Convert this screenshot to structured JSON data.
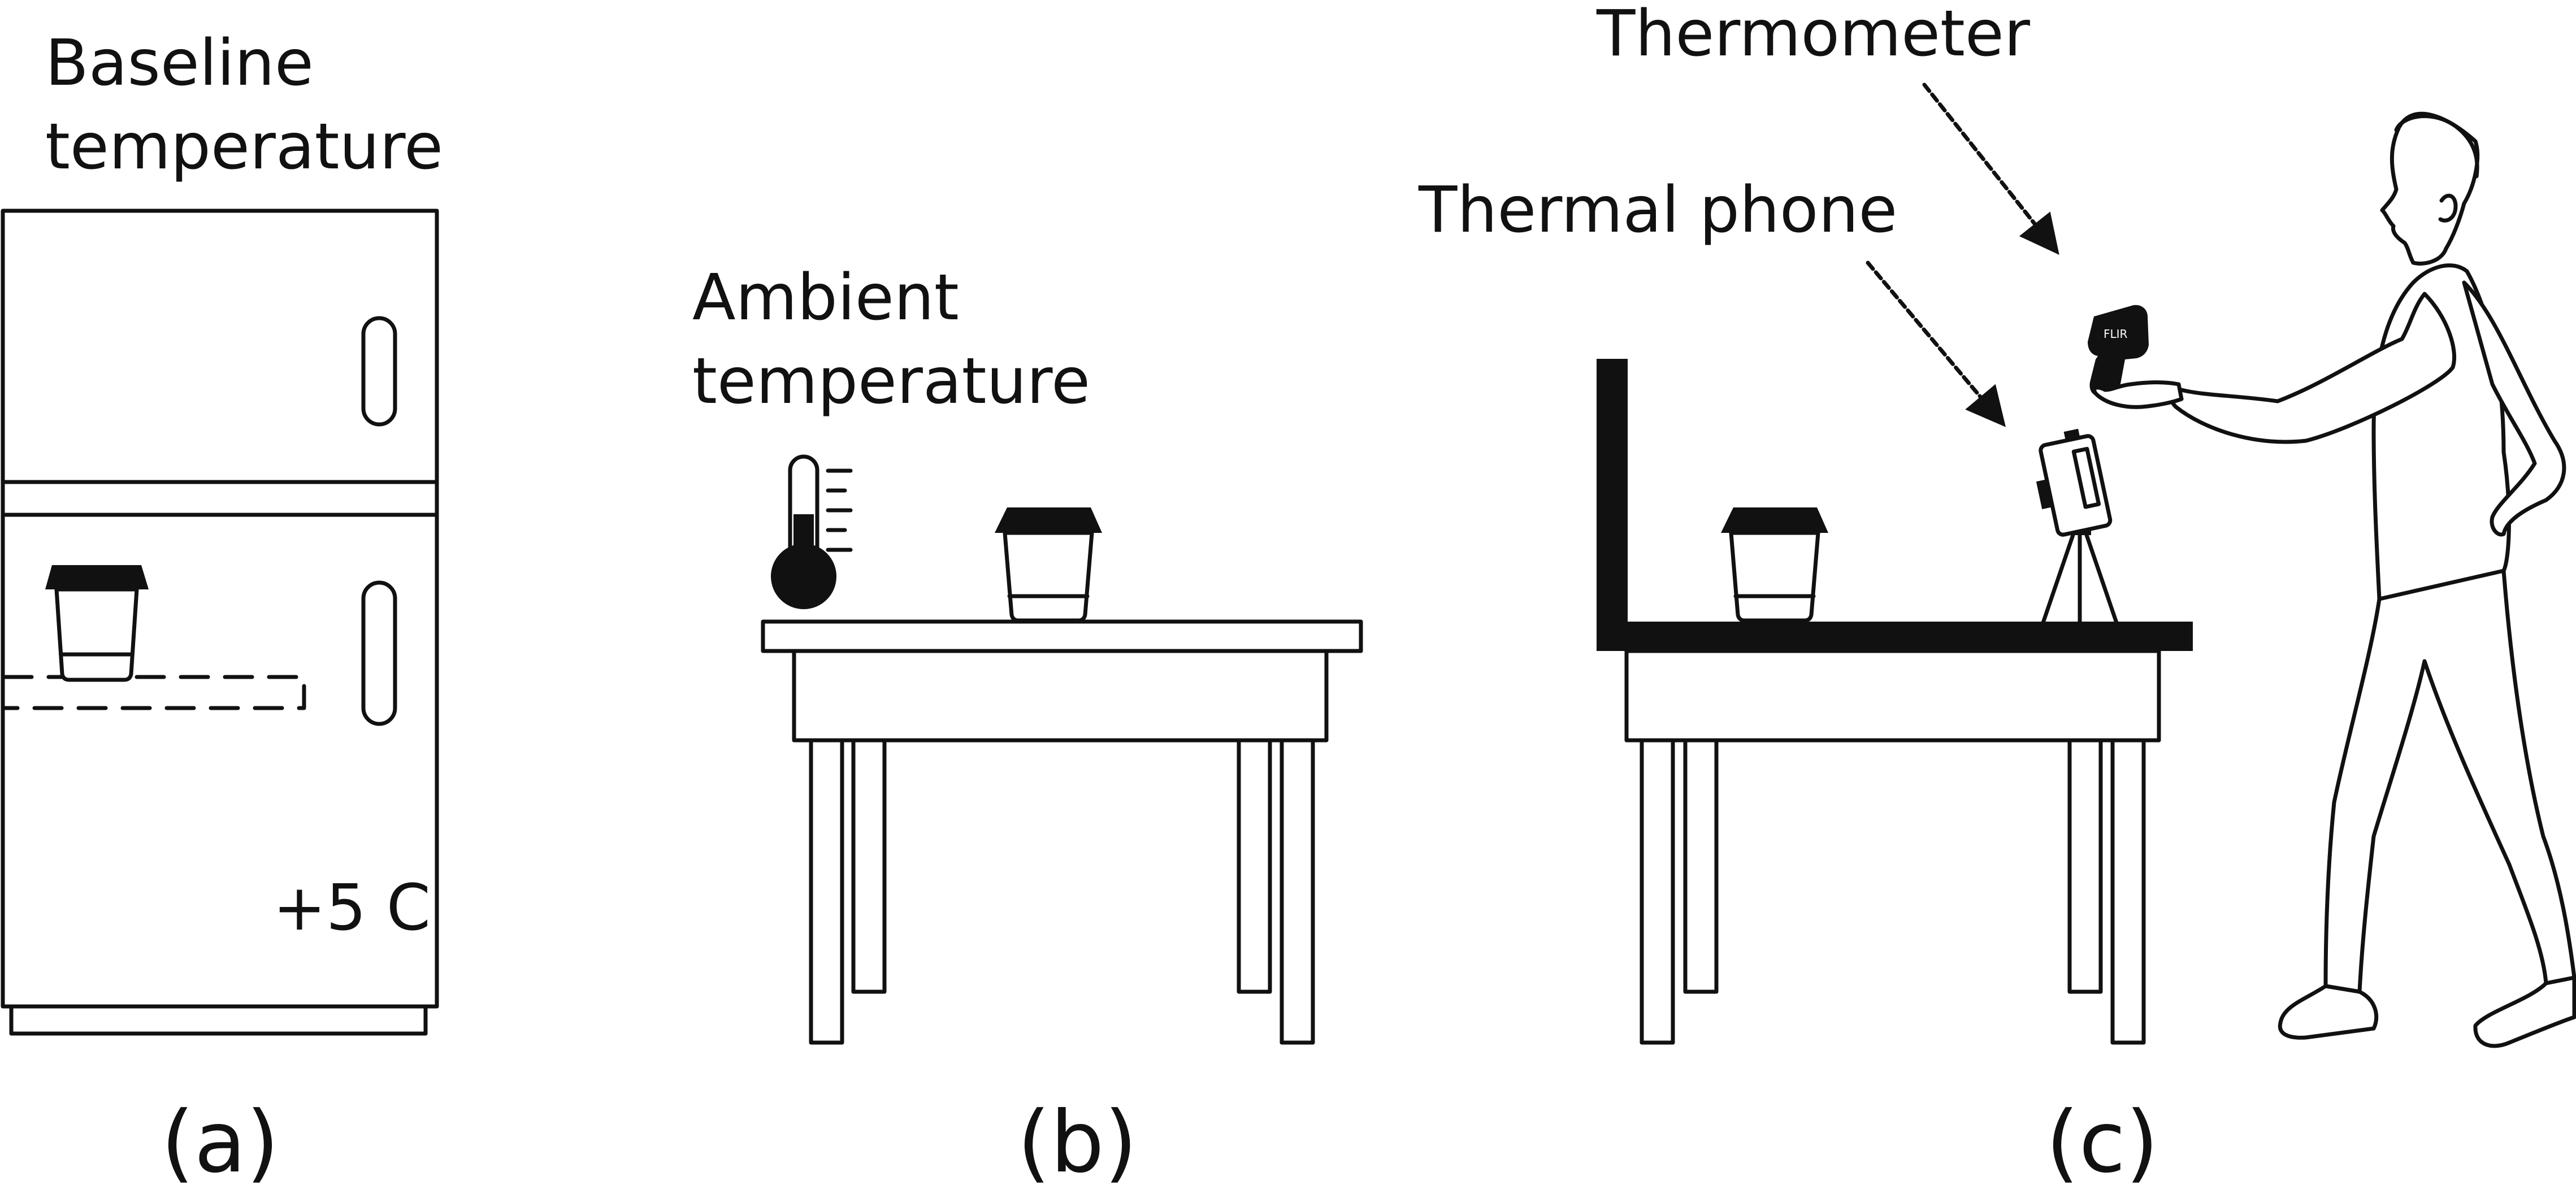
{
  "panels": {
    "a": {
      "title_line1": "Baseline",
      "title_line2": "temperature",
      "fridge_temp": "+5 C",
      "caption": "(a)"
    },
    "b": {
      "title_line1": "Ambient",
      "title_line2": "temperature",
      "caption": "(b)"
    },
    "c": {
      "thermometer_label": "Thermometer",
      "thermal_phone_label": "Thermal phone",
      "device_brand": "FLIR",
      "caption": "(c)"
    }
  },
  "colors": {
    "ink": "#111111",
    "background": "#ffffff"
  }
}
